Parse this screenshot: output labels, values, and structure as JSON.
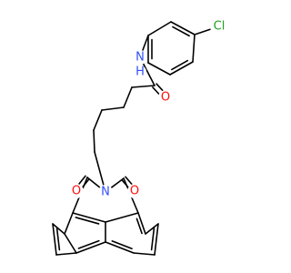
{
  "molecule": {
    "atom_labels": {
      "chlorine": "Cl",
      "amide_nitrogen": "N",
      "amide_hydrogen": "H",
      "amide_oxygen": "O",
      "imide_nitrogen": "N",
      "imide_oxygen_left": "O",
      "imide_oxygen_right": "O"
    },
    "colors": {
      "bond": "#000000",
      "carbon": "#000000",
      "nitrogen": "#3050f8",
      "oxygen": "#ff0d0d",
      "chlorine": "#1fa01f"
    }
  }
}
